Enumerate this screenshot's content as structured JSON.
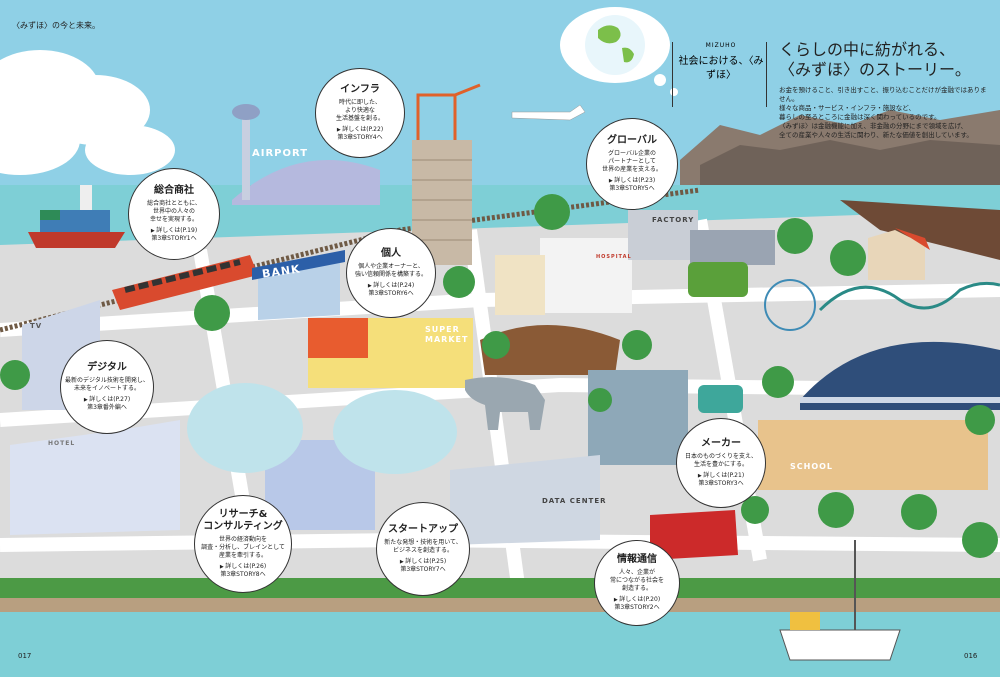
{
  "header": {
    "breadcrumb": "〈みずほ〉の今と未来。"
  },
  "intro": {
    "brand": "MIZUHO",
    "section_title": "社会における、〈みずほ〉",
    "heading": "くらしの中に紡がれる、\n〈みずほ〉のストーリー。",
    "body": "お金を預けること、引き出すこと、振り込むことだけが金融ではありません。\n様々な商品・サービス・インフラ・施設など、\n暮らしの至るところに金融は深く関わっているのです。\n〈みずほ〉は金融機能に加え、非金融の分野にまで領域を広げ、\n全ての産業や人々の生活に関わり、新たな価値を創出しています。"
  },
  "bubbles": {
    "infra": {
      "title": "インフラ",
      "desc": "時代に即した、\nより快適な\n生活基盤を創る。",
      "ref": "詳しくは(P.22)\n第3章STORY4へ"
    },
    "trading": {
      "title": "総合商社",
      "desc": "総合商社とともに、\n世界中の人々の\n幸せを実現する。",
      "ref": "詳しくは(P.19)\n第3章STORY1へ"
    },
    "individual": {
      "title": "個人",
      "desc": "個人や企業オーナーと、\n強い信頼関係を構築する。",
      "ref": "詳しくは(P.24)\n第3章STORY6へ"
    },
    "global": {
      "title": "グローバル",
      "desc": "グローバル企業の\nパートナーとして\n世界の産業を支える。",
      "ref": "詳しくは(P.23)\n第3章STORY5へ"
    },
    "digital": {
      "title": "デジタル",
      "desc": "最新のデジタル技術を開発し、\n未来をイノベートする。",
      "ref": "詳しくは(P.27)\n第3章番外編へ"
    },
    "maker": {
      "title": "メーカー",
      "desc": "日本のものづくりを支え、\n生活を豊かにする。",
      "ref": "詳しくは(P.21)\n第3章STORY3へ"
    },
    "research": {
      "title": "リサーチ&\nコンサルティング",
      "desc": "世界の経済動向を\n調査・分析し、ブレインとして\n産業を牽引する。",
      "ref": "詳しくは(P.26)\n第3章STORY8へ"
    },
    "startup": {
      "title": "スタートアップ",
      "desc": "新たな発想・技術を用いて、\nビジネスを創造する。",
      "ref": "詳しくは(P.25)\n第3章STORY7へ"
    },
    "telecom": {
      "title": "情報通信",
      "desc": "人々、企業が\n常につながる社会を\n創造する。",
      "ref": "詳しくは(P.20)\n第3章STORY2へ"
    }
  },
  "signs": {
    "airport": "AIRPORT",
    "bank": "BANK",
    "factory": "FACTORY",
    "hospital": "HOSPITAL",
    "super": "SUPER\nMARKET",
    "data_center": "DATA CENTER",
    "school": "SCHOOL",
    "tv": "TV",
    "hotel": "HOTEL"
  },
  "pages": {
    "left": "017",
    "right": "016"
  },
  "colors": {
    "sky": "#8fd0e6",
    "sea": "#7ecfd6",
    "ground": "#dcdcdc",
    "road": "#ffffff",
    "tree": "#3f9a47",
    "mountain": "#8a7a6e",
    "accent_red": "#d94a2e",
    "crane_orange": "#e0612a"
  }
}
